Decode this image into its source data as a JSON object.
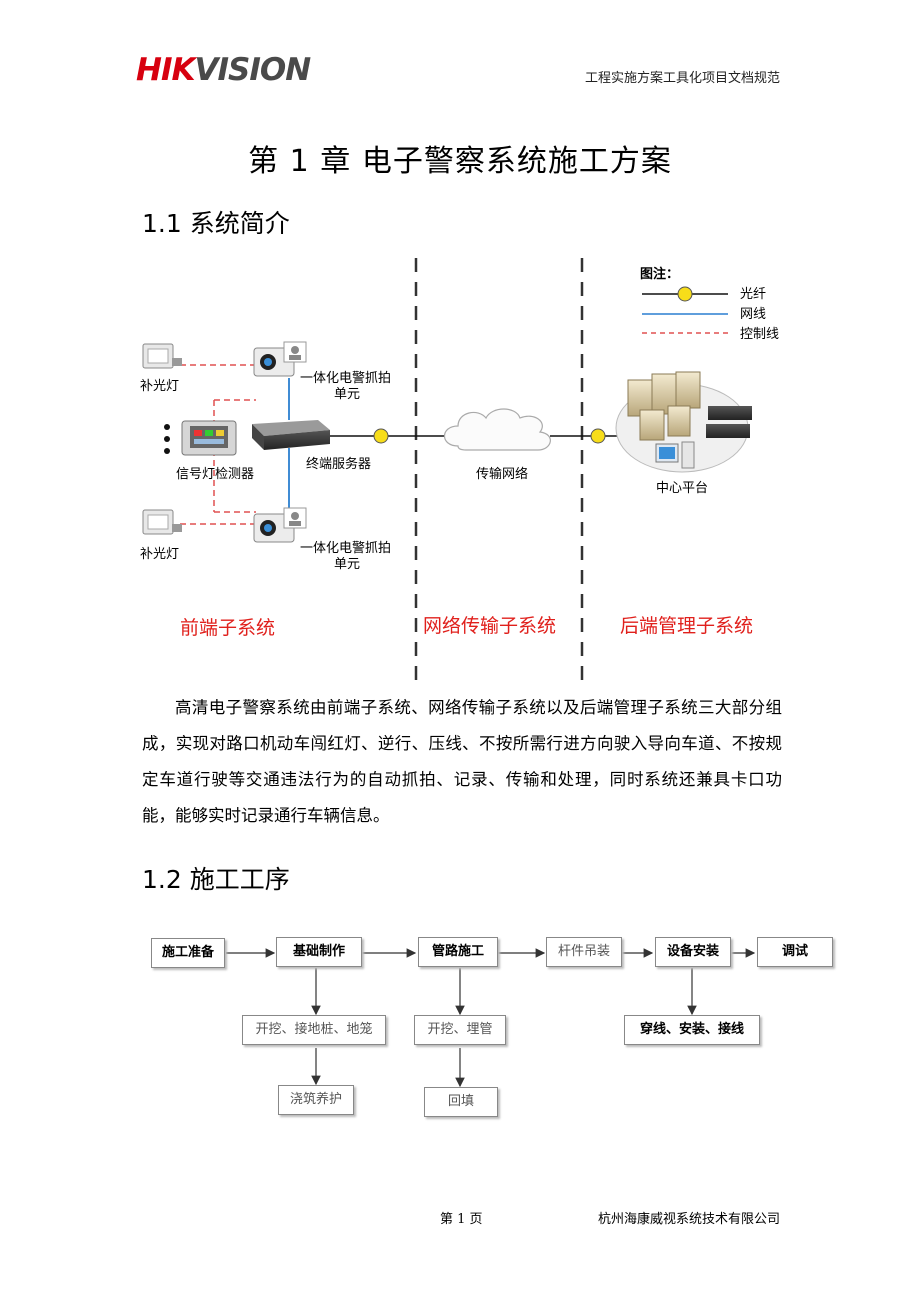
{
  "header": {
    "logo_hik": "HIK",
    "logo_vision": "VISION",
    "doc_title": "工程实施方案工具化项目文档规范"
  },
  "chapter_title": "第 1 章  电子警察系统施工方案",
  "section1": {
    "title": "1.1  系统简介",
    "diagram": {
      "legend_title": "图注：",
      "legend_fiber": "光纤",
      "legend_network": "网线",
      "legend_control": "控制线",
      "fill_light_top": "补光灯",
      "fill_light_bottom": "补光灯",
      "camera_top_line1": "一体化电警抓拍",
      "camera_top_line2": "单元",
      "camera_bottom_line1": "一体化电警抓拍",
      "camera_bottom_line2": "单元",
      "signal_detector": "信号灯检测器",
      "terminal_server": "终端服务器",
      "transmission_network": "传输网络",
      "center_platform": "中心平台",
      "front_subsystem": "前端子系统",
      "network_subsystem": "网络传输子系统",
      "backend_subsystem": "后端管理子系统",
      "colors": {
        "accent_red": "#e0201c",
        "network_blue": "#2a7fd0",
        "control_red": "#e05050"
      }
    },
    "paragraph": "高清电子警察系统由前端子系统、网络传输子系统以及后端管理子系统三大部分组成，实现对路口机动车闯红灯、逆行、压线、不按所需行进方向驶入导向车道、不按规定车道行驶等交通违法行为的自动抓拍、记录、传输和处理，同时系统还兼具卡口功能，能够实时记录通行车辆信息。"
  },
  "section2": {
    "title": "1.2  施工工序",
    "flow": {
      "step_prepare": "施工准备",
      "step_foundation": "基础制作",
      "step_pipeline": "管路施工",
      "step_pole": "杆件吊装",
      "step_install": "设备安装",
      "step_debug": "调试",
      "sub_dig_ground": "开挖、接地桩、地笼",
      "sub_pour": "浇筑养护",
      "sub_dig_bury": "开挖、埋管",
      "sub_backfill": "回填",
      "sub_wire": "穿线、安装、接线"
    }
  },
  "footer": {
    "page": "第 1 页",
    "company": "杭州海康威视系统技术有限公司"
  }
}
